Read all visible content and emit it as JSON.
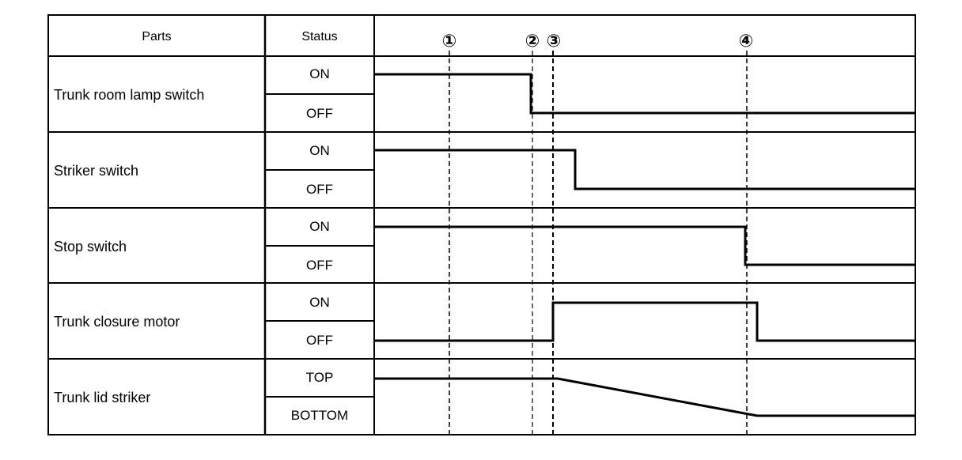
{
  "header": {
    "parts": "Parts",
    "status": "Status"
  },
  "markers": [
    "①",
    "②",
    "③",
    "④"
  ],
  "rows": [
    {
      "part": "Trunk room lamp switch",
      "high": "ON",
      "low": "OFF"
    },
    {
      "part": "Striker switch",
      "high": "ON",
      "low": "OFF"
    },
    {
      "part": "Stop switch",
      "high": "ON",
      "low": "OFF"
    },
    {
      "part": "Trunk closure motor",
      "high": "ON",
      "low": "OFF"
    },
    {
      "part": "Trunk lid striker",
      "high": "TOP",
      "low": "BOTTOM"
    }
  ],
  "colors": {
    "line": "#000000",
    "background": "#ffffff"
  }
}
